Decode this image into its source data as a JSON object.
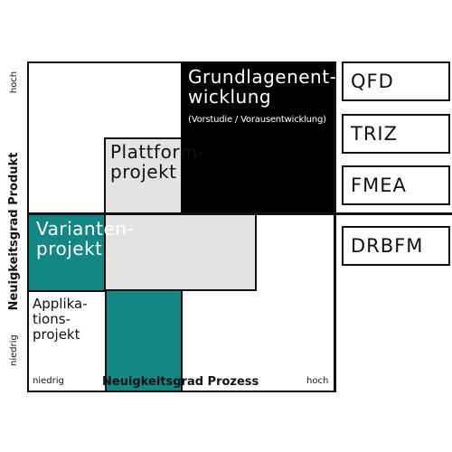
{
  "y_axis": {
    "label": "Neuigkeitsgrad Produkt",
    "high": "hoch",
    "low": "niedrig"
  },
  "x_axis": {
    "label": "Neuigkeitsgrad Prozess",
    "low": "niedrig",
    "high": "hoch"
  },
  "boxes": {
    "grundlagen": {
      "label": "Grundlagenent-wicklung",
      "sublabel": "(Vorstudie / Vorausentwicklung)"
    },
    "plattform": {
      "label": "Plattform-projekt"
    },
    "varianten": {
      "label": "Varianten-projekt"
    },
    "applikation": {
      "label": "Applika-tions-projekt"
    }
  },
  "methods": [
    "QFD",
    "TRIZ",
    "FMEA",
    "DRBFM"
  ],
  "colors": {
    "teal": "#138784",
    "black": "#000000",
    "grey": "#e3e3e3"
  }
}
